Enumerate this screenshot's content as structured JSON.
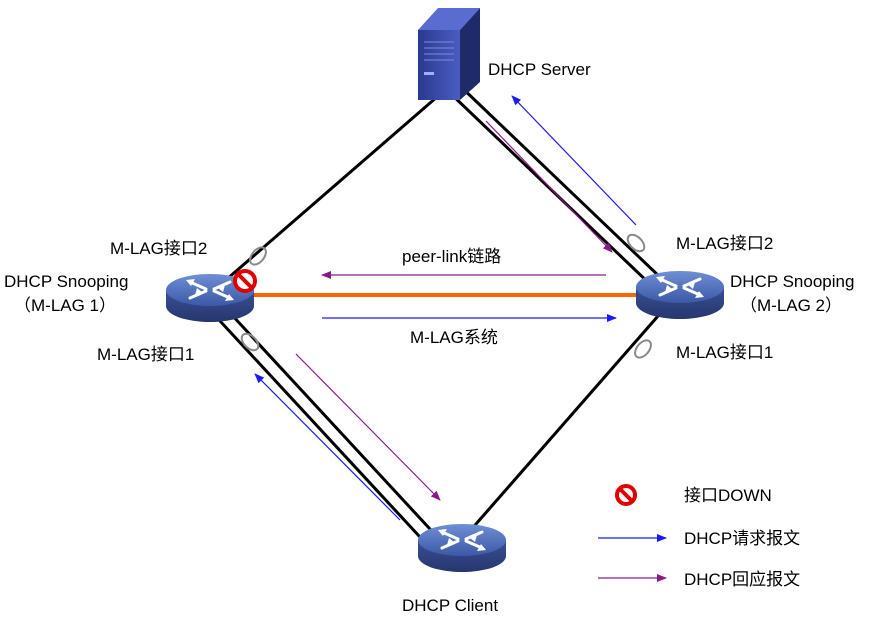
{
  "nodes": {
    "server": {
      "label": "DHCP Server"
    },
    "switch_left": {
      "label_line1": "DHCP Snooping",
      "label_line2": "（M-LAG 1）"
    },
    "switch_right": {
      "label_line1": "DHCP Snooping",
      "label_line2": "（M-LAG 2）"
    },
    "client": {
      "label": "DHCP Client"
    }
  },
  "ports": {
    "left_port2": "M-LAG接口2",
    "left_port1": "M-LAG接口1",
    "right_port2": "M-LAG接口2",
    "right_port1": "M-LAG接口1"
  },
  "links": {
    "peer_link": "peer-link链路",
    "mlag_system": "M-LAG系统"
  },
  "legend": {
    "down": "接口DOWN",
    "request": "DHCP请求报文",
    "reply": "DHCP回应报文"
  },
  "colors": {
    "request_arrow": "#1a1aff",
    "reply_arrow": "#8a1a8a",
    "peer_link": "#ff6600",
    "switch_body": "#4a66b0",
    "down_icon": "#e00000",
    "server_body": "#2e3a8c"
  },
  "status": {
    "left_port2": "down"
  }
}
